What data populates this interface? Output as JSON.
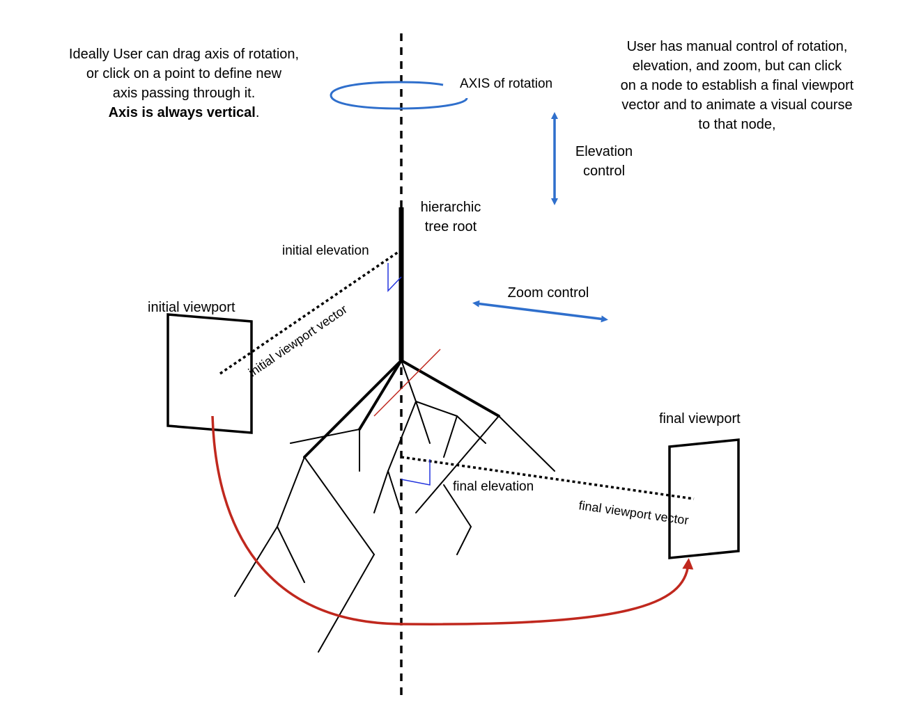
{
  "notes": {
    "left": {
      "line1": "Ideally User can drag axis of rotation,",
      "line2": "or click on a point to define new",
      "line3": "axis passing through it.",
      "line4_bold": "Axis is always vertical",
      "line4_tail": "."
    },
    "right": {
      "line1": "User has manual control of rotation,",
      "line2": "elevation, and zoom, but can click",
      "line3": "on a node to establish a final viewport",
      "line4": "vector and to animate a visual course",
      "line5": "to that node,"
    }
  },
  "labels": {
    "axis_of_rotation": "AXIS of rotation",
    "elevation_control_1": "Elevation",
    "elevation_control_2": "control",
    "tree_root_1": "hierarchic",
    "tree_root_2": "tree root",
    "initial_elevation": "initial elevation",
    "initial_viewport": "initial viewport",
    "initial_viewport_vector": "initial viewport vector",
    "zoom_control": "Zoom control",
    "final_viewport": "final viewport",
    "final_elevation": "final elevation",
    "final_viewport_vector": "final viewport vector"
  },
  "colors": {
    "control_blue": "#2f6fcc",
    "angle_blue": "#2233dd",
    "path_red": "#c0281e",
    "ink": "#000000"
  }
}
